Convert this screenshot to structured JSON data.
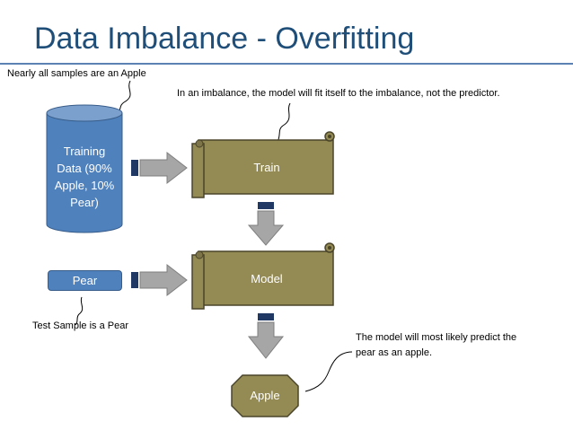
{
  "slide": {
    "title": "Data Imbalance - Overfitting"
  },
  "notes": {
    "apple_samples": "Nearly all samples are an Apple",
    "imbalance": "In an imbalance, the model will fit itself to the imbalance, not the predictor.",
    "test_sample": "Test Sample is a Pear",
    "prediction": "The model will most likely predict the pear as an apple."
  },
  "nodes": {
    "training_data": "Training Data (90% Apple, 10% Pear)",
    "train": "Train",
    "model": "Model",
    "pear": "Pear",
    "apple": "Apple"
  },
  "colors": {
    "title": "#1f4e79",
    "rule": "#5b82b3",
    "cylinder": "#4f81bd",
    "scroll": "#948a54",
    "scroll_border": "#4a452a",
    "arrow": "#a6a6a6",
    "arrow_tail": "#1f3864",
    "apple_octagon": "#948a54"
  }
}
